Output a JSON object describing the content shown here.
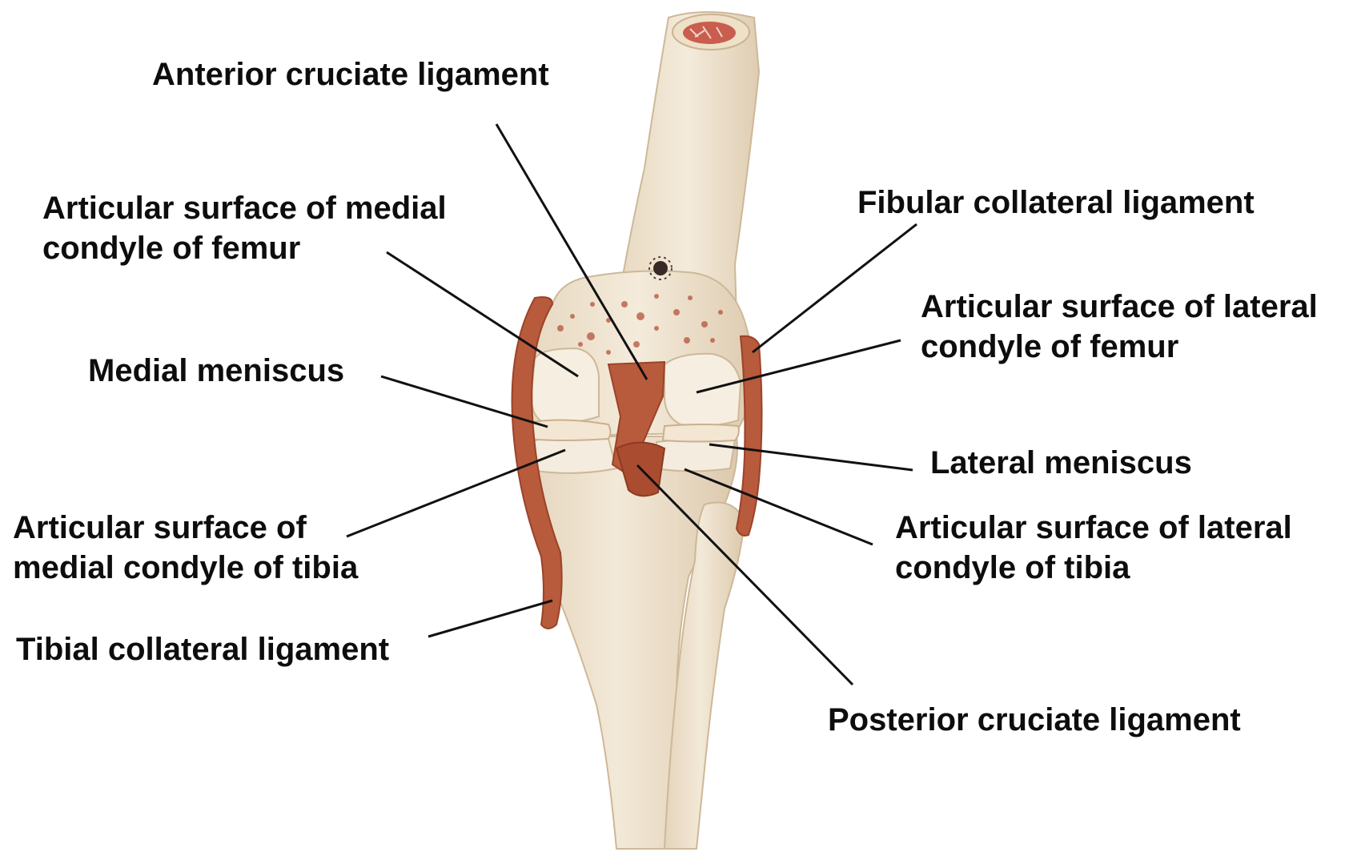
{
  "colors": {
    "bone": "#efe3d0",
    "bone_shadow": "#ddcbb1",
    "ligament": "#b85a3c",
    "ligament_dark": "#9b4329",
    "speckle": "#b5533b",
    "leader": "#111111",
    "text": "#0d0d0d"
  },
  "labels": {
    "acl": [
      "Anterior cruciate ligament"
    ],
    "medial_femur": [
      "Articular surface of medial",
      "condyle of femur"
    ],
    "fibular_collateral": [
      "Fibular collateral ligament"
    ],
    "lateral_femur": [
      "Articular surface of lateral",
      "condyle of femur"
    ],
    "medial_meniscus": [
      "Medial meniscus"
    ],
    "lateral_meniscus": [
      "Lateral meniscus"
    ],
    "medial_tibia": [
      "Articular surface of",
      "medial condyle of tibia"
    ],
    "lateral_tibia": [
      "Articular surface of lateral",
      "condyle of tibia"
    ],
    "tibial_collateral": [
      "Tibial collateral ligament"
    ],
    "pcl": [
      "Posterior cruciate ligament"
    ]
  }
}
